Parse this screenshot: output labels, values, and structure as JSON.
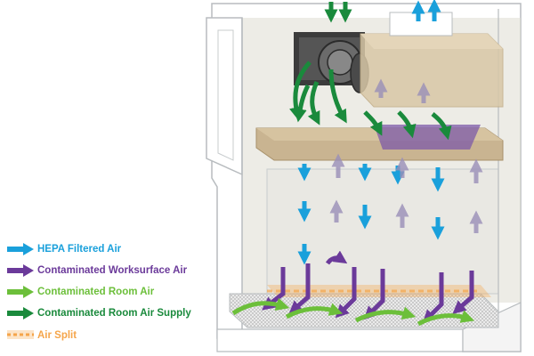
{
  "legend": {
    "items": [
      {
        "label": "HEPA Filtered Air",
        "color": "#1aa0db",
        "icon": "arrow-icon"
      },
      {
        "label": "Contaminated Worksurface Air",
        "color": "#6b3a9a",
        "icon": "arrow-icon"
      },
      {
        "label": "Contaminated Room Air",
        "color": "#6cbf3a",
        "icon": "arrow-icon"
      },
      {
        "label": "Contaminated Room Air Supply",
        "color": "#1a8a3c",
        "icon": "arrow-icon"
      },
      {
        "label": "Air Split",
        "color": "#f5a54a",
        "icon": "dashed-band-icon"
      }
    ]
  },
  "colors": {
    "cabinet_line": "#b8bcbf",
    "cabinet_fill": "#dedcd2",
    "filter_fill": "#c9b491",
    "hepa_duct": "#d8c7a6",
    "fan_dark": "#3c3c3c"
  }
}
